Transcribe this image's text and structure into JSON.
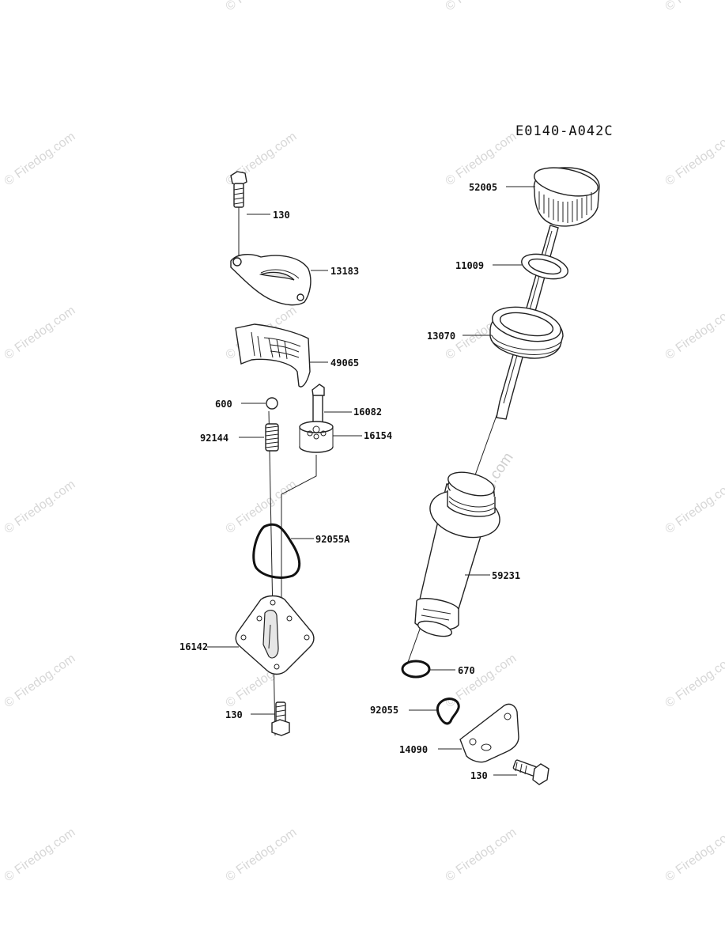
{
  "diagram_code": "E0140-A042C",
  "watermark_text": "© Firedog.com",
  "center_watermark_text": "© Firedog.com",
  "parts": [
    {
      "id": "p130a",
      "number": "130"
    },
    {
      "id": "p13183",
      "number": "13183"
    },
    {
      "id": "p49065",
      "number": "49065"
    },
    {
      "id": "p600",
      "number": "600"
    },
    {
      "id": "p16082",
      "number": "16082"
    },
    {
      "id": "p92144",
      "number": "92144"
    },
    {
      "id": "p16154",
      "number": "16154"
    },
    {
      "id": "p92055A",
      "number": "92055A"
    },
    {
      "id": "p16142",
      "number": "16142"
    },
    {
      "id": "p130b",
      "number": "130"
    },
    {
      "id": "p52005",
      "number": "52005"
    },
    {
      "id": "p11009",
      "number": "11009"
    },
    {
      "id": "p13070",
      "number": "13070"
    },
    {
      "id": "p59231",
      "number": "59231"
    },
    {
      "id": "p670",
      "number": "670"
    },
    {
      "id": "p92055",
      "number": "92055"
    },
    {
      "id": "p14090",
      "number": "14090"
    },
    {
      "id": "p130c",
      "number": "130"
    }
  ]
}
